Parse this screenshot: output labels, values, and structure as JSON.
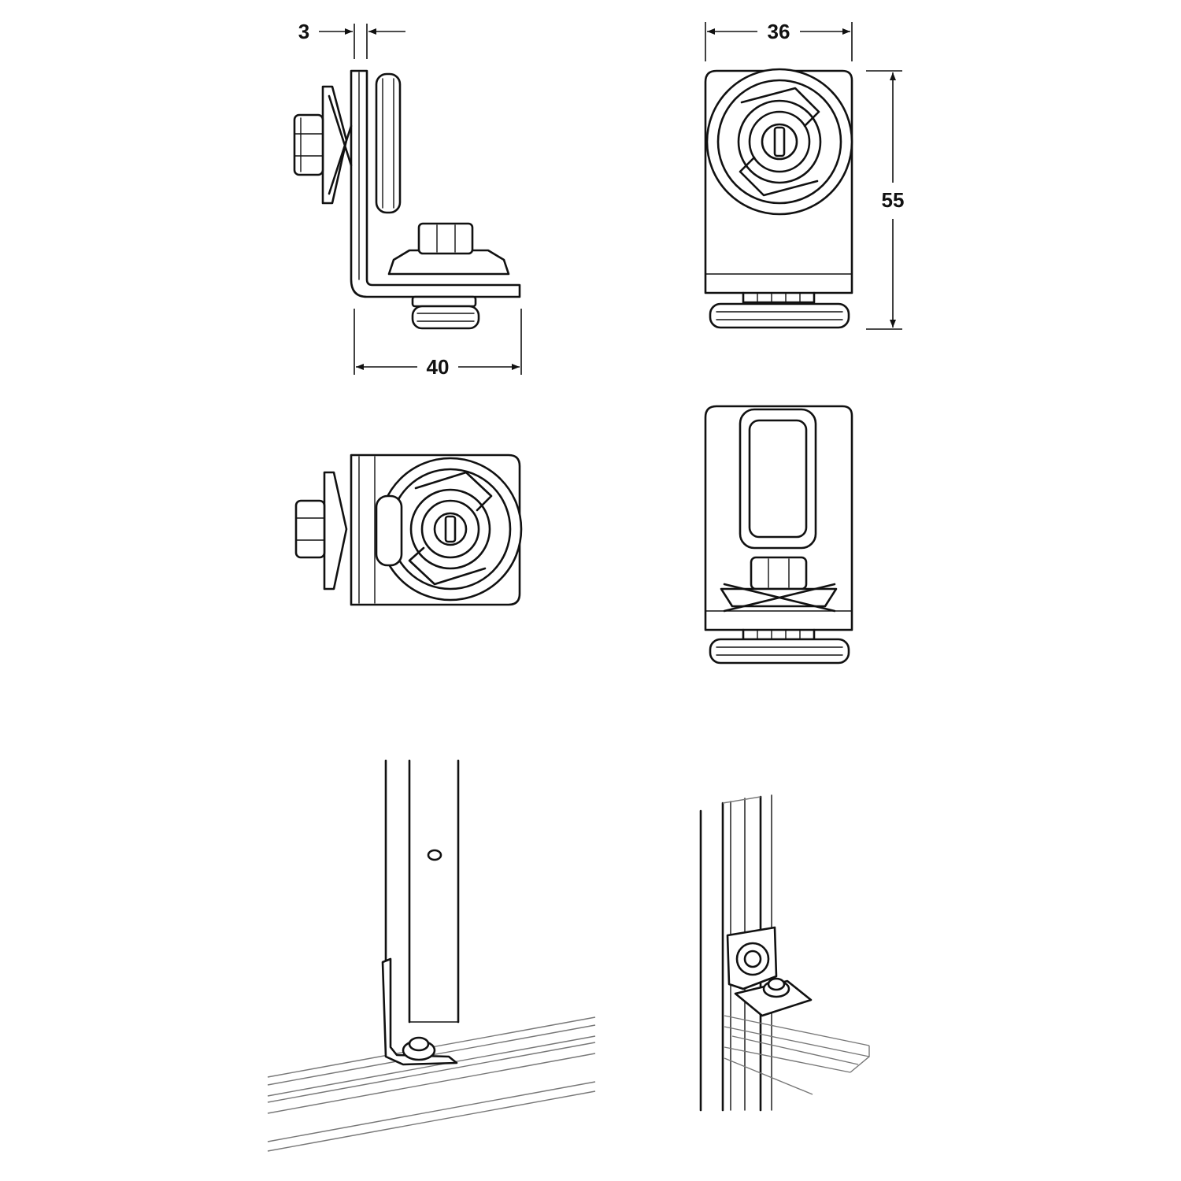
{
  "dimensions": {
    "thickness": "3",
    "width_side": "40",
    "width_front": "36",
    "height": "55"
  },
  "colors": {
    "line": "#111111",
    "background": "#ffffff"
  }
}
